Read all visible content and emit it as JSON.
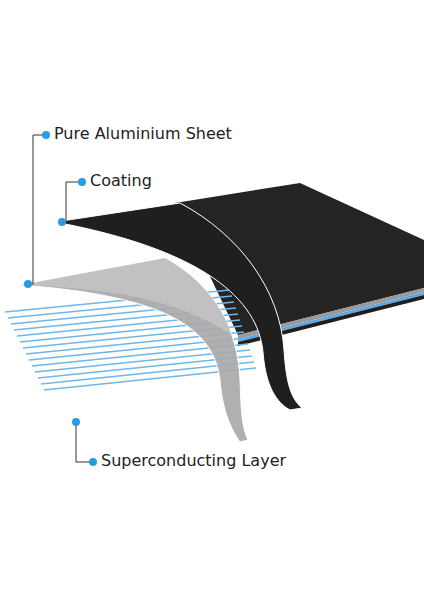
{
  "diagram": {
    "labels": [
      "Pure Aluminium Sheet",
      "Coating",
      "Superconducting Layer"
    ]
  }
}
